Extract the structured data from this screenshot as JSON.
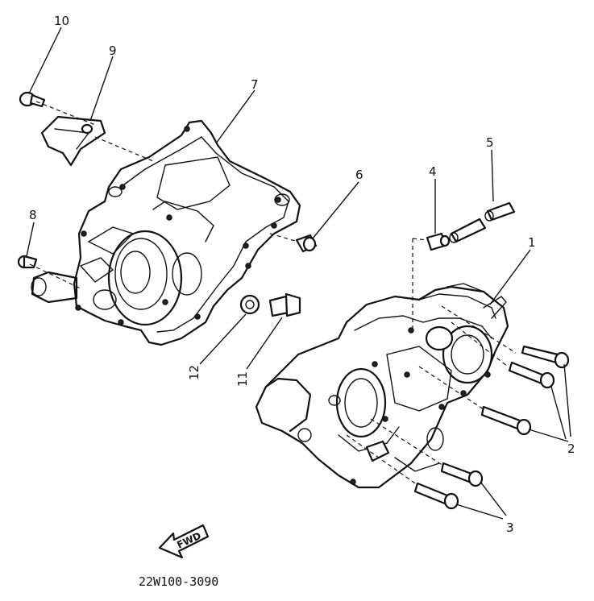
{
  "diagram": {
    "callouts": [
      {
        "id": "c1",
        "text": "1"
      },
      {
        "id": "c2",
        "text": "2"
      },
      {
        "id": "c3",
        "text": "3"
      },
      {
        "id": "c4",
        "text": "4"
      },
      {
        "id": "c5",
        "text": "5"
      },
      {
        "id": "c6",
        "text": "6"
      },
      {
        "id": "c7",
        "text": "7"
      },
      {
        "id": "c8",
        "text": "8"
      },
      {
        "id": "c9",
        "text": "9"
      },
      {
        "id": "c10",
        "text": "10"
      },
      {
        "id": "c11",
        "text": "11"
      },
      {
        "id": "c12",
        "text": "12"
      }
    ],
    "direction_arrow": "FWD",
    "drawing_code": "22W100-3090"
  }
}
